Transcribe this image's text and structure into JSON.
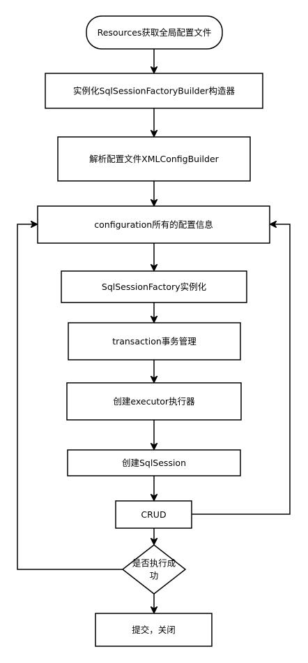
{
  "diagram": {
    "nodes": {
      "resources": {
        "label": "Resources获取全局配置文件"
      },
      "builder": {
        "label": "实例化SqlSessionFactoryBuilder构造器"
      },
      "parse": {
        "label": "解析配置文件XMLConfigBuilder"
      },
      "configuration": {
        "label": "configuration所有的配置信息"
      },
      "factory": {
        "label": "SqlSessionFactory实例化"
      },
      "transaction": {
        "label": "transaction事务管理"
      },
      "executor": {
        "label": "创建executor执行器"
      },
      "session": {
        "label": "创建SqlSession"
      },
      "crud": {
        "label": "CRUD"
      },
      "decision": {
        "label_line1": "是否执行成",
        "label_line2": "功"
      },
      "commit": {
        "label": "提交，关闭"
      }
    }
  }
}
